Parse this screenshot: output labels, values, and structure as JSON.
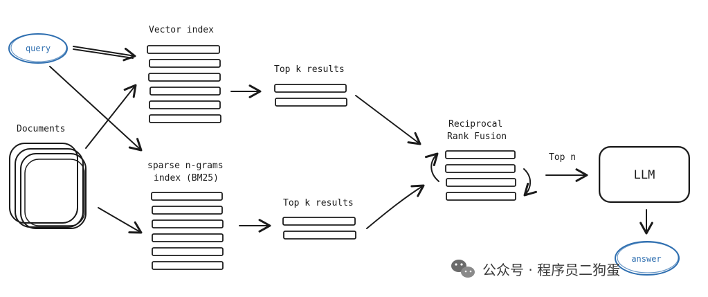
{
  "nodes": {
    "query": "query",
    "documents": "Documents",
    "vector_index": "Vector index",
    "sparse_index_line1": "sparse n-grams",
    "sparse_index_line2": "index (BM25)",
    "top_k_upper": "Top k results",
    "top_k_lower": "Top k results",
    "rrf_line1": "Reciprocal",
    "rrf_line2": "Rank Fusion",
    "top_n": "Top n",
    "llm": "LLM",
    "answer": "answer"
  },
  "watermark": {
    "text": "公众号 · 程序员二狗蛋",
    "icon": "wechat-icon"
  },
  "colors": {
    "ink": "#1b1b1b",
    "accent_blue": "#2f6fb0"
  }
}
